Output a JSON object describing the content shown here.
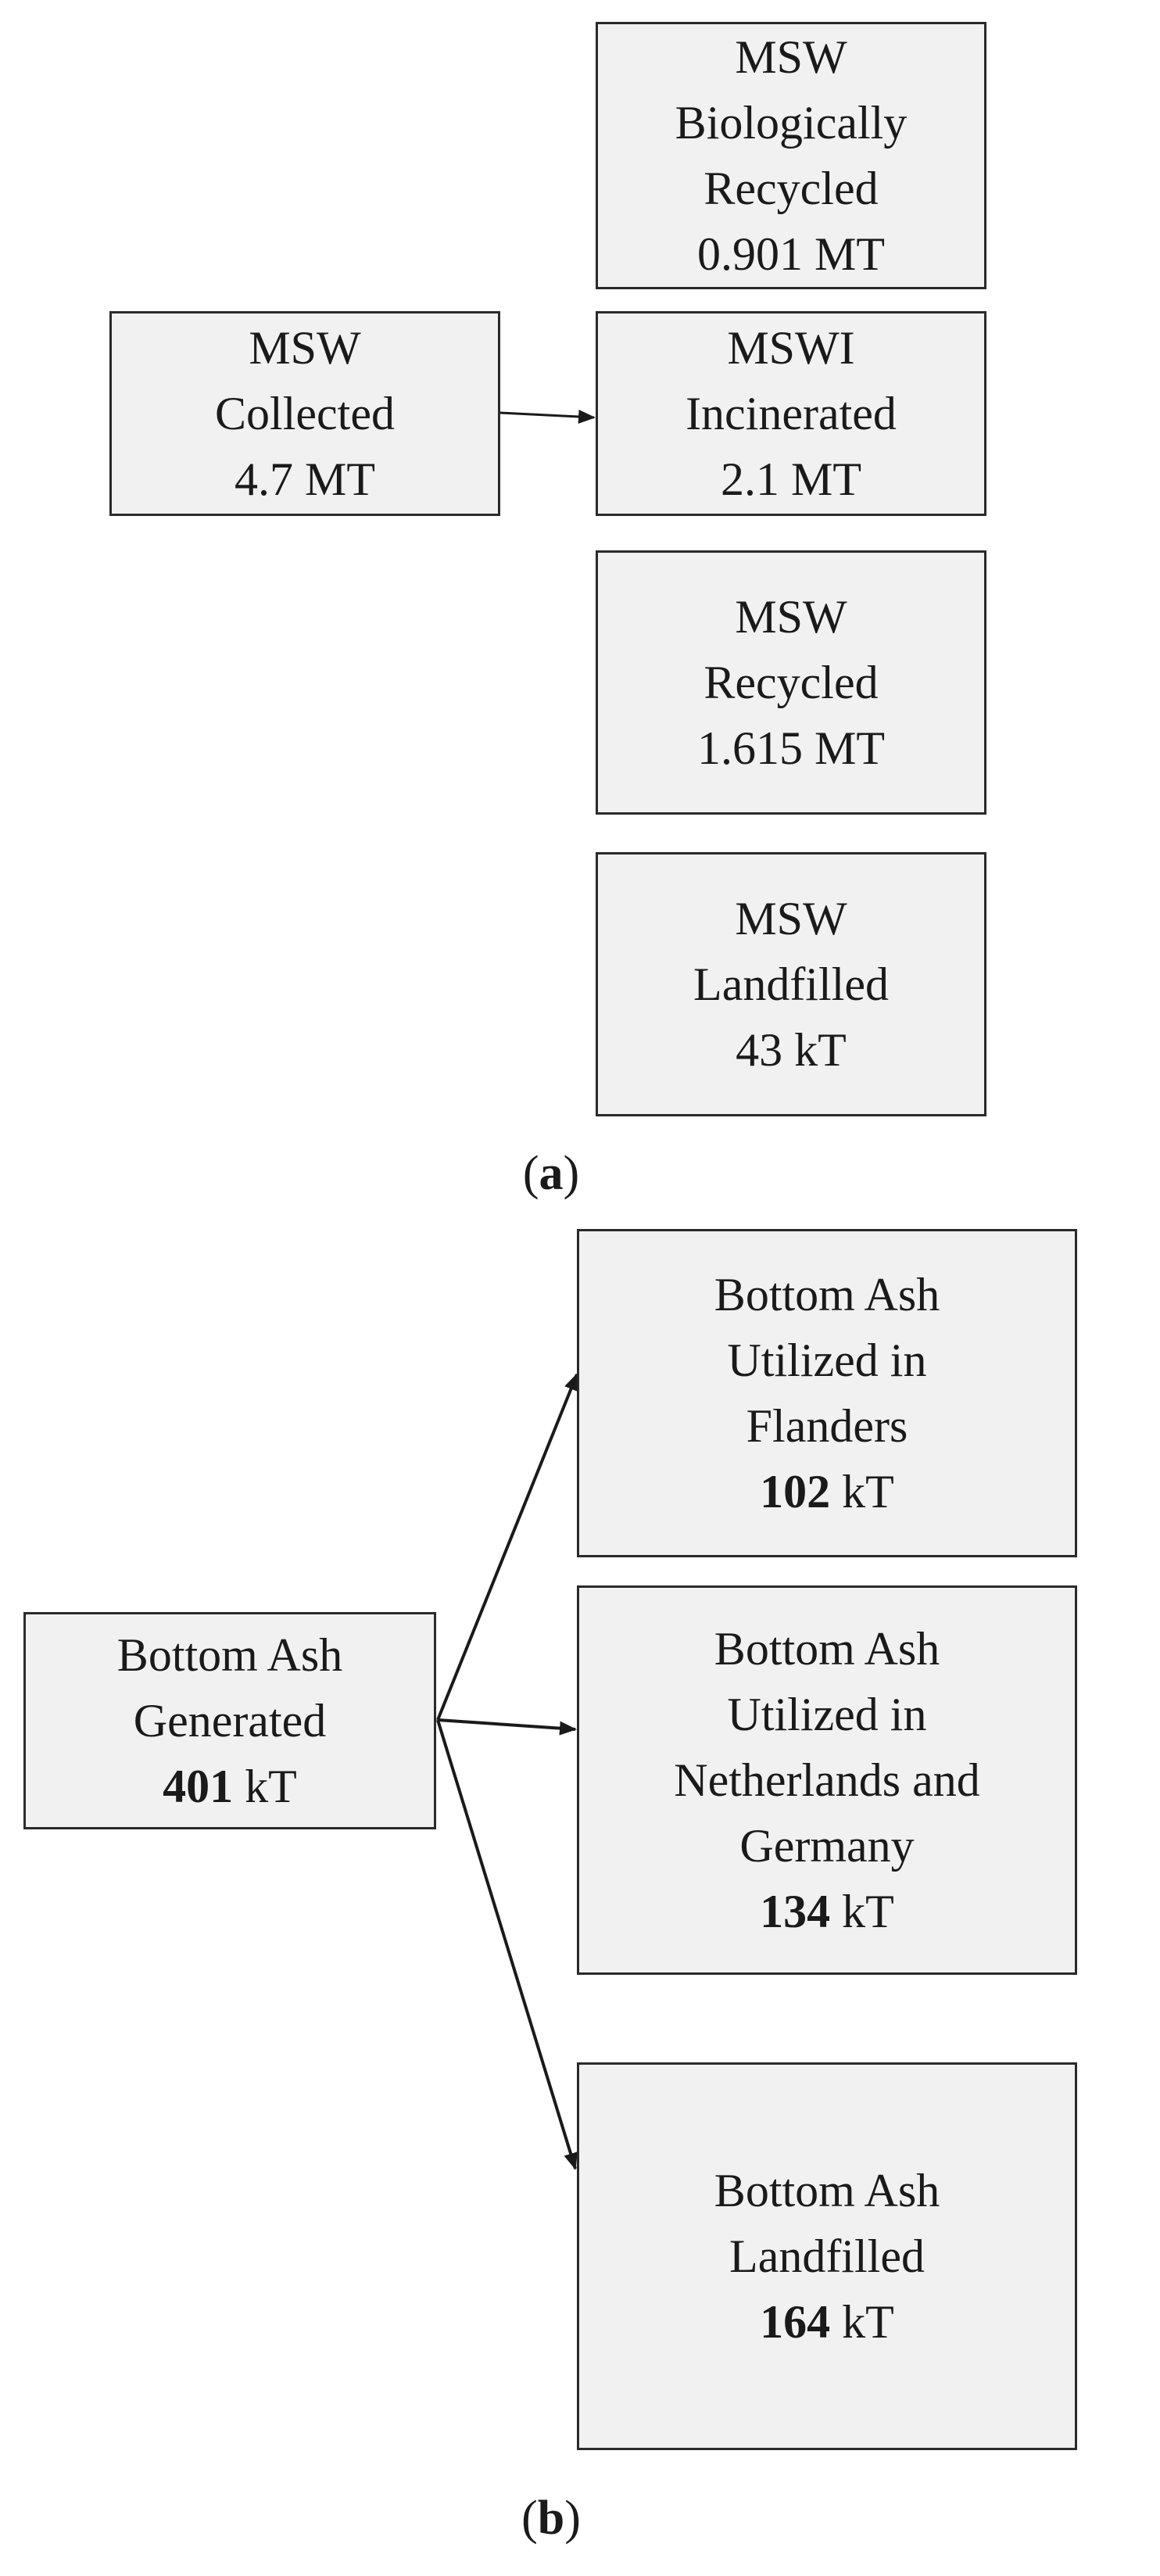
{
  "panel_a": {
    "caption_letter": "a",
    "source": {
      "lines": [
        "MSW",
        "Collected",
        "4.7 MT"
      ]
    },
    "targets": [
      {
        "lines": [
          "MSW",
          "Biologically",
          "Recycled",
          "0.901 MT"
        ]
      },
      {
        "lines": [
          "MSWI",
          "Incinerated",
          "2.1 MT"
        ]
      },
      {
        "lines": [
          "MSW",
          "Recycled",
          "1.615 MT"
        ]
      },
      {
        "lines": [
          "MSW",
          "Landfilled",
          "43 kT"
        ]
      }
    ]
  },
  "panel_b": {
    "caption_letter": "b",
    "source": {
      "lines": [
        "Bottom Ash",
        "Generated"
      ],
      "value": "401",
      "unit": "kT"
    },
    "targets": [
      {
        "lines": [
          "Bottom Ash",
          "Utilized in",
          "Flanders"
        ],
        "value": "102",
        "unit": "kT"
      },
      {
        "lines": [
          "Bottom Ash",
          "Utilized in",
          "Netherlands and",
          "Germany"
        ],
        "value": "134",
        "unit": "kT"
      },
      {
        "lines": [
          "Bottom Ash",
          "Landfilled"
        ],
        "value": "164",
        "unit": "kT"
      }
    ]
  },
  "colors": {
    "box_fill": "#f1f1f1",
    "box_border": "#2a2a2a",
    "arrow": "#1a1a1a"
  }
}
